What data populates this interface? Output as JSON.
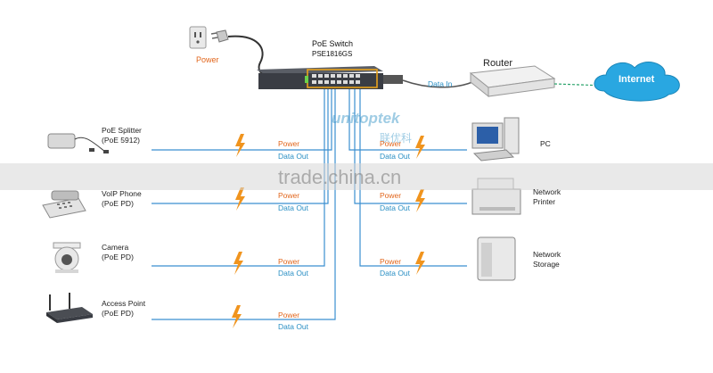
{
  "switch": {
    "name": "PoE Switch",
    "model": "PSE1816GS"
  },
  "power_source": {
    "label": "Power"
  },
  "router": {
    "label": "Router",
    "link_label": "Data In"
  },
  "internet": {
    "label": "Internet"
  },
  "brand": {
    "name": "unitoptek",
    "chinese": "联优科"
  },
  "watermark": "trade.china.cn",
  "left_devices": [
    {
      "name": "PoE Splitter",
      "sub": "(PoE 5912)",
      "power": "Power",
      "data": "Data Out"
    },
    {
      "name": "VoIP Phone",
      "sub": "(PoE PD)",
      "power": "Power",
      "data": "Data Out"
    },
    {
      "name": "Camera",
      "sub": "(PoE PD)",
      "power": "Power",
      "data": "Data Out"
    },
    {
      "name": "Access Point",
      "sub": "(PoE PD)",
      "power": "Power",
      "data": "Data Out"
    }
  ],
  "right_devices": [
    {
      "name": "PC",
      "sub": "",
      "power": "Power",
      "data": "Data Out"
    },
    {
      "name": "Network",
      "sub": "Printer",
      "power": "Power",
      "data": "Data Out"
    },
    {
      "name": "Network",
      "sub": "Storage",
      "power": "Power",
      "data": "Data Out"
    }
  ],
  "colors": {
    "power": "#e2661c",
    "data": "#2a8fc4",
    "wire": "#3b8fd0",
    "internet_cloud": "#29a7e1",
    "switch_body": "#3a3d44"
  }
}
